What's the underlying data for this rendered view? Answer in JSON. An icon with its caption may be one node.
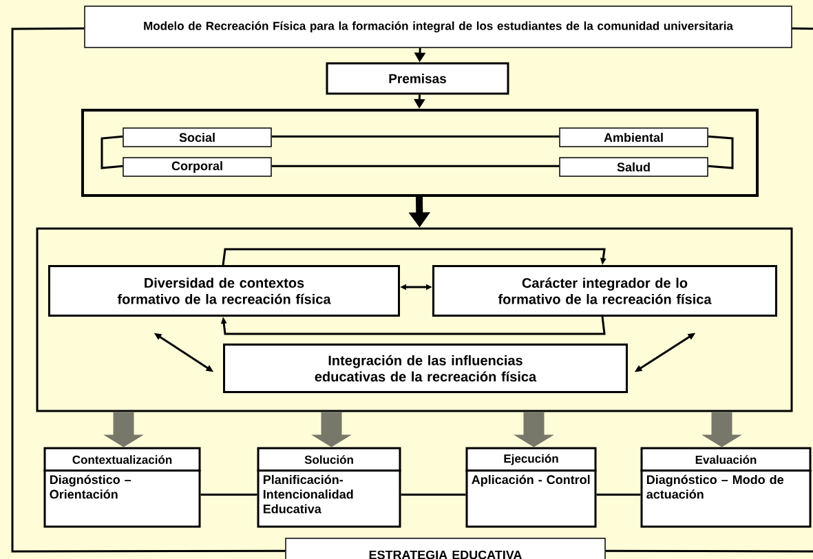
{
  "diagram": {
    "nodes": [
      {
        "text": [
          "Modelo de Recreación Física para la formación integral de  los estudiantes de la comunidad universitaria"
        ]
      },
      {
        "text": [
          "Premisas"
        ]
      },
      {
        "text": [],
        "shape": "box"
      },
      {
        "text": [
          "Social"
        ],
        "in": 2
      },
      {
        "text": [
          "Ambiental"
        ],
        "in": 2
      },
      {
        "text": [
          "Corporal"
        ],
        "in": 2
      },
      {
        "text": [
          "Salud"
        ],
        "in": 2
      },
      {
        "text": [],
        "shape": "box"
      },
      {
        "text": [
          "Diversidad de contextos formativo   de la recreación  física"
        ],
        "in": 7
      },
      {
        "text": [
          "Carácter integrador de  lo formativo de la recreación física"
        ],
        "in": 7
      },
      {
        "text": [
          "Integración  de las influencias educativas de la recreación física"
        ],
        "in": 7
      },
      {
        "text": [
          "Contextualización",
          "Diagnóstico – Orientación"
        ]
      },
      {
        "text": [
          "Solución",
          "Planificación- Intencionalidad Educativa"
        ]
      },
      {
        "text": [
          "Ejecución",
          "Aplicación - Control"
        ]
      },
      {
        "text": [
          "Evaluación",
          "Diagnóstico – Modo de actuación"
        ]
      },
      {
        "text": [
          "ESTRATEGIA EDUCATIVA"
        ]
      }
    ],
    "edges": [
      {
        "from": 0,
        "to": 1,
        "arrow": "to"
      },
      {
        "from": 1,
        "to": 2,
        "arrow": "to"
      },
      {
        "from": 3,
        "to": 4,
        "arrow": "none"
      },
      {
        "from": 5,
        "to": 6,
        "arrow": "none"
      },
      {
        "from": 3,
        "to": 5,
        "arrow": "none"
      },
      {
        "from": 4,
        "to": 6,
        "arrow": "none"
      },
      {
        "from": 2,
        "to": 7,
        "arrow": "to",
        "style": "thick"
      },
      {
        "from": 8,
        "to": 9,
        "arrow": "both"
      },
      {
        "from": 8,
        "to": 9,
        "arrow": "to"
      },
      {
        "from": 9,
        "to": 8,
        "arrow": "to"
      },
      {
        "from": 8,
        "to": 10,
        "arrow": "both"
      },
      {
        "from": 9,
        "to": 10,
        "arrow": "both"
      },
      {
        "from": 7,
        "to": 11,
        "arrow": "to",
        "style": "thick",
        "color": "#77776a"
      },
      {
        "from": 7,
        "to": 12,
        "arrow": "to",
        "style": "thick",
        "color": "#77776a"
      },
      {
        "from": 7,
        "to": 13,
        "arrow": "to",
        "style": "thick",
        "color": "#77776a"
      },
      {
        "from": 7,
        "to": 14,
        "arrow": "to",
        "style": "thick",
        "color": "#77776a"
      },
      {
        "from": 11,
        "to": 12,
        "arrow": "none"
      },
      {
        "from": 12,
        "to": 13,
        "arrow": "none"
      },
      {
        "from": 13,
        "to": 14,
        "arrow": "none"
      },
      {
        "from": 0,
        "to": 15,
        "arrow": "none"
      },
      {
        "from": 0,
        "to": 15,
        "arrow": "none"
      }
    ]
  }
}
